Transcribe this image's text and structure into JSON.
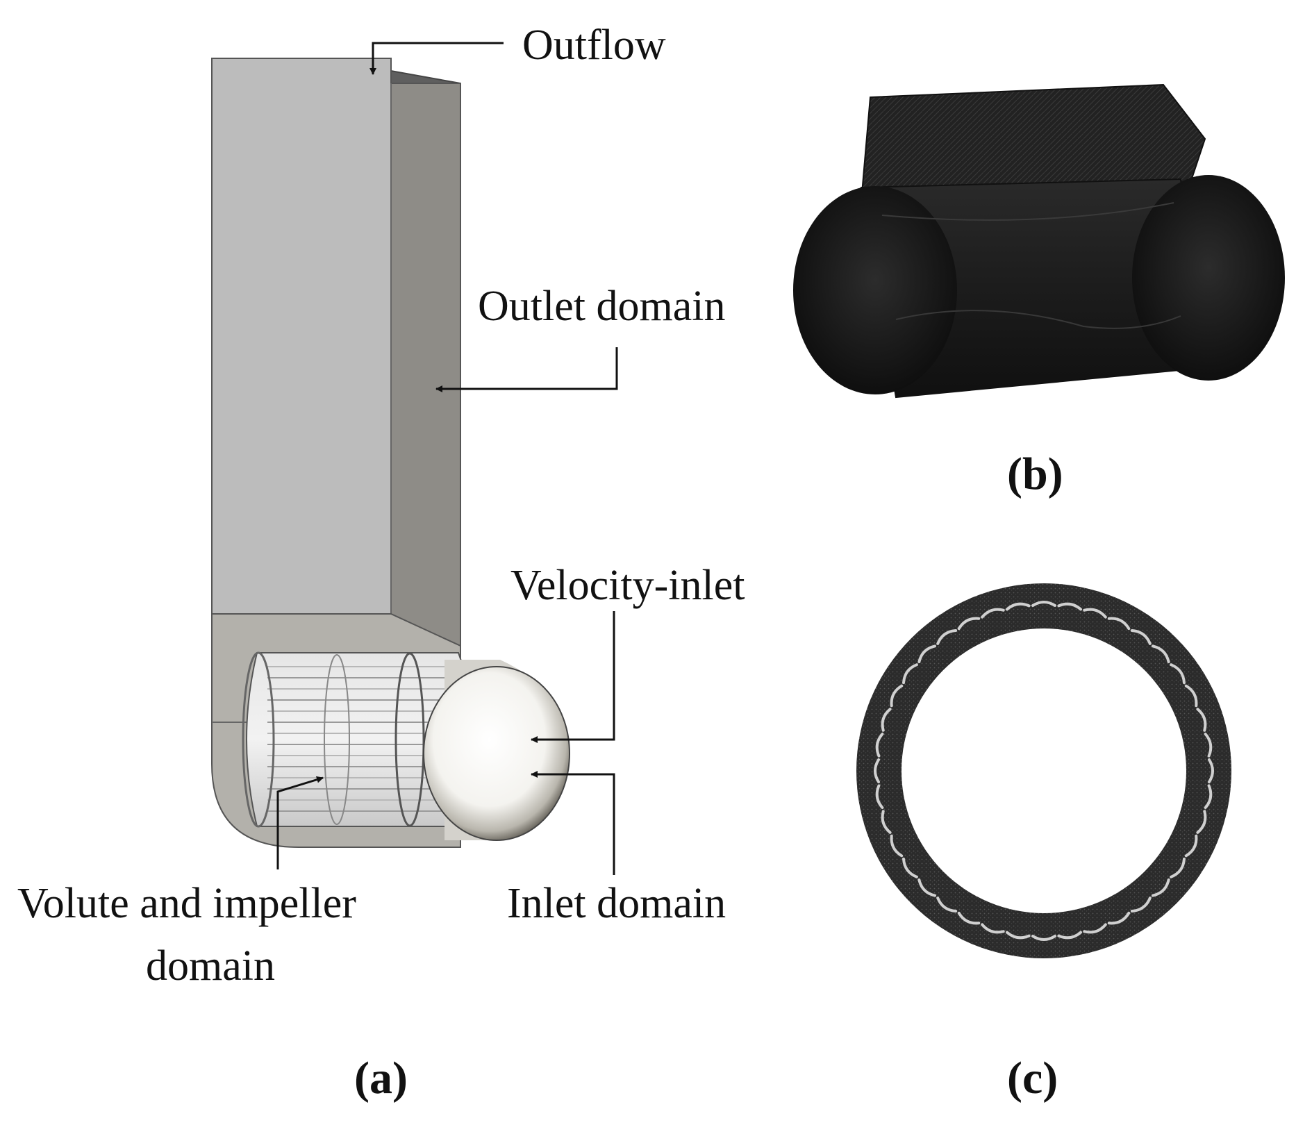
{
  "labels": {
    "outflow": "Outflow",
    "outlet_domain": "Outlet domain",
    "velocity_inlet": "Velocity-inlet",
    "volute_line1": "Volute and impeller",
    "volute_line2": "domain",
    "inlet_domain": "Inlet domain"
  },
  "panels": {
    "a": "(a)",
    "b": "(b)",
    "c": "(c)"
  },
  "colors": {
    "box_front": "#bcbcbc",
    "box_side": "#8e8c87",
    "box_top": "#5f5f5f",
    "mesh_dark": "#1c1c1c",
    "inlet_sphere": "#ffffff",
    "ring_blade": "#d0d0d0"
  },
  "ring_blade_count": 40
}
